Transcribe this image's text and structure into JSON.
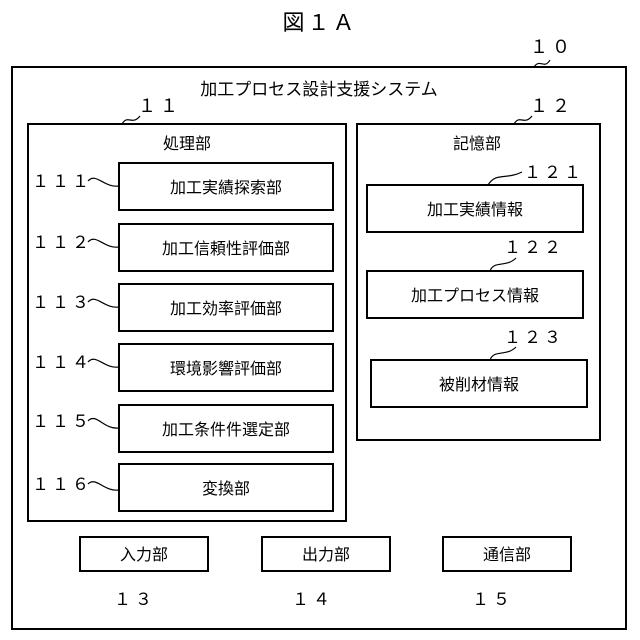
{
  "figure_title": "図１Ａ",
  "system": {
    "ref": "１０",
    "label": "加工プロセス設計支援システム",
    "processing_unit": {
      "ref": "１１",
      "label": "処理部",
      "modules": [
        {
          "ref": "１１１",
          "label": "加工実績探索部"
        },
        {
          "ref": "１１２",
          "label": "加工信頼性評価部"
        },
        {
          "ref": "１１３",
          "label": "加工効率評価部"
        },
        {
          "ref": "１１４",
          "label": "環境影響評価部"
        },
        {
          "ref": "１１５",
          "label": "加工条件件選定部"
        },
        {
          "ref": "１１６",
          "label": "変換部"
        }
      ]
    },
    "storage_unit": {
      "ref": "１２",
      "label": "記憶部",
      "items": [
        {
          "ref": "１２１",
          "label": "加工実績情報"
        },
        {
          "ref": "１２２",
          "label": "加工プロセス情報"
        },
        {
          "ref": "１２３",
          "label": "被削材情報"
        }
      ]
    },
    "io": [
      {
        "ref": "１３",
        "label": "入力部"
      },
      {
        "ref": "１４",
        "label": "出力部"
      },
      {
        "ref": "１５",
        "label": "通信部"
      }
    ]
  }
}
